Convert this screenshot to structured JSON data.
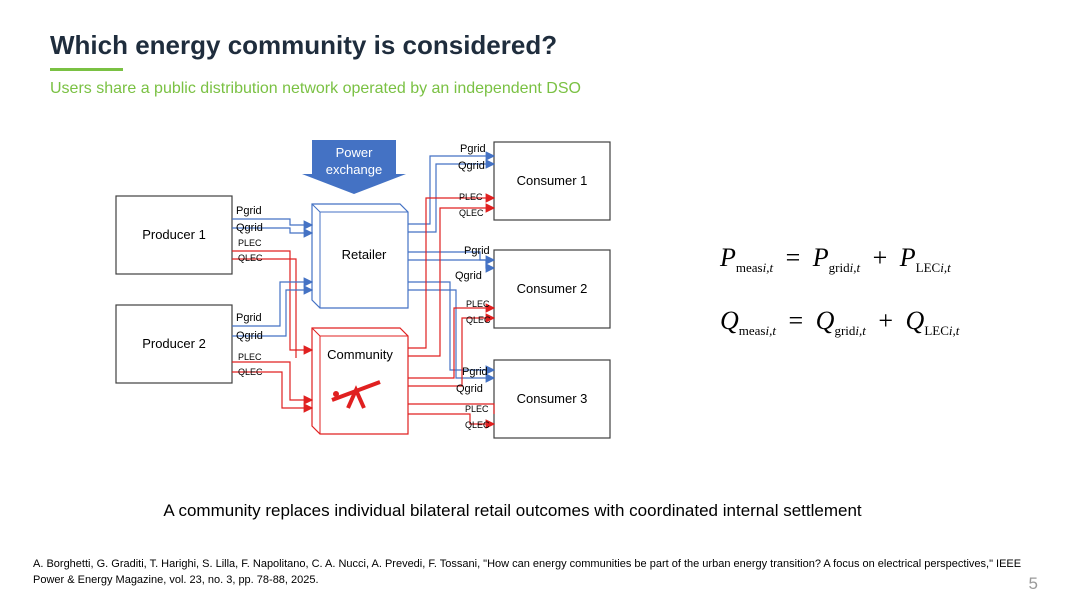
{
  "slide": {
    "title": "Which energy community is considered?",
    "subtitle": "Users share a public distribution network operated by an independent DSO",
    "caption": "A community replaces individual bilateral retail outcomes with coordinated internal settlement",
    "reference": "A. Borghetti, G. Graditi, T. Harighi, S. Lilla, F. Napolitano, C. A. Nucci, A. Prevedi, F. Tossani, \"How can energy communities be part of the urban energy transition? A focus on electrical perspectives,\" IEEE Power & Energy Magazine, vol. 23, no. 3, pp. 78-88, 2025.",
    "page_number": "5"
  },
  "diagram": {
    "power_exchange_line1": "Power",
    "power_exchange_line2": "exchange",
    "producer1": "Producer 1",
    "producer2": "Producer 2",
    "retailer": "Retailer",
    "community": "Community",
    "consumer1": "Consumer 1",
    "consumer2": "Consumer 2",
    "consumer3": "Consumer 3",
    "p_grid": "Pgrid",
    "q_grid": "Qgrid",
    "p_lec": "PLEC",
    "q_lec": "QLEC",
    "colors": {
      "grid_flow": "#4472c4",
      "lec_flow": "#e02020",
      "power_exchange_fill": "#4472c4"
    }
  },
  "formulas": {
    "p_main": "P",
    "p_sub_meas": "meas",
    "p_sub_grid": "grid",
    "p_sub_lec": "LEC",
    "index": "i,t",
    "q_main": "Q",
    "equals": "=",
    "plus": "+"
  }
}
